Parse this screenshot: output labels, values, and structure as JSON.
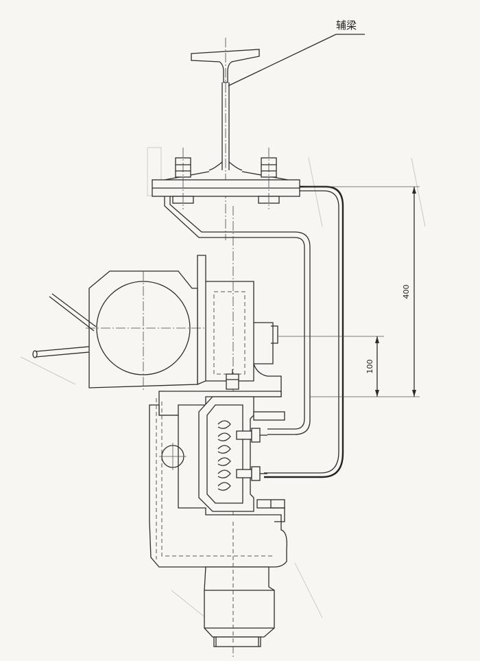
{
  "labels": {
    "aux_beam": "辅梁"
  },
  "dimensions": {
    "total_height": "400",
    "offset": "100"
  },
  "colors": {
    "paper": "#f7f6f2",
    "ink": "#2b2b2b"
  }
}
